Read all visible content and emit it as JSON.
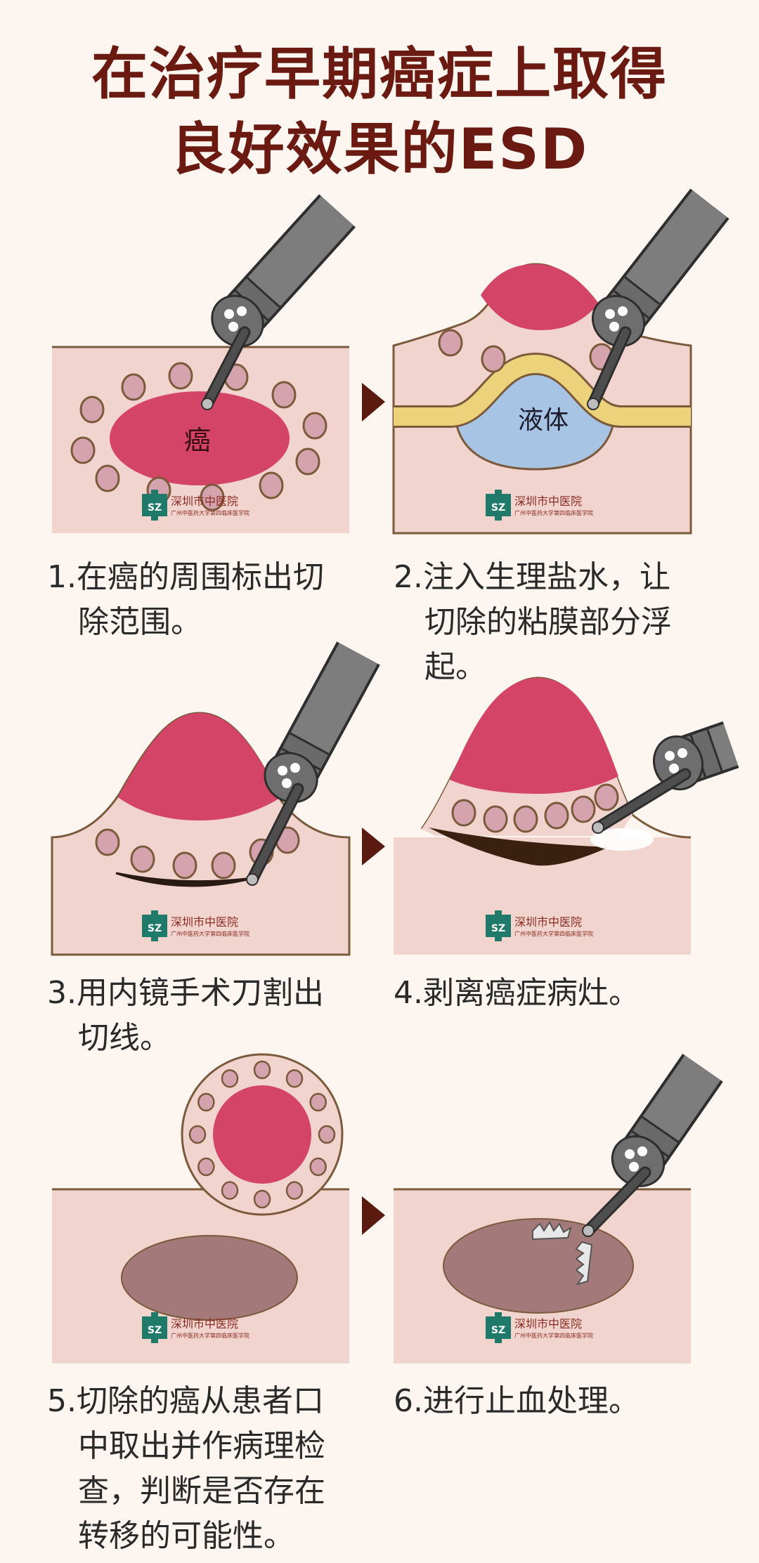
{
  "title": {
    "line1": "在治疗早期癌症上取得",
    "line2": "良好效果的ESD"
  },
  "colors": {
    "title": "#6b1a12",
    "background": "#fdf6f0",
    "tissue": "#f2d4cf",
    "cancer": "#d44466",
    "fluid": "#a7c4e4",
    "submucosa": "#ecd27a",
    "arrow": "#5a1a10",
    "logo": "#1f7a6a"
  },
  "panels": {
    "p1_label": "癌",
    "p2_label": "液体"
  },
  "logo": {
    "badge": "SZ",
    "name": "深圳市中医院",
    "subtitle": "广州中医药大学第四临床医学院"
  },
  "steps": [
    {
      "lines": [
        "1.在癌的周围标出切",
        "除范围。"
      ]
    },
    {
      "lines": [
        "2.注入生理盐水，让",
        "切除的粘膜部分浮",
        "起。"
      ]
    },
    {
      "lines": [
        "3.用内镜手术刀割出",
        "切线。"
      ]
    },
    {
      "lines": [
        "4.剥离癌症病灶。"
      ]
    },
    {
      "lines": [
        "5.切除的癌从患者口",
        "中取出并作病理检",
        "查，判断是否存在",
        "转移的可能性。"
      ]
    },
    {
      "lines": [
        "6.进行止血处理。"
      ]
    }
  ]
}
